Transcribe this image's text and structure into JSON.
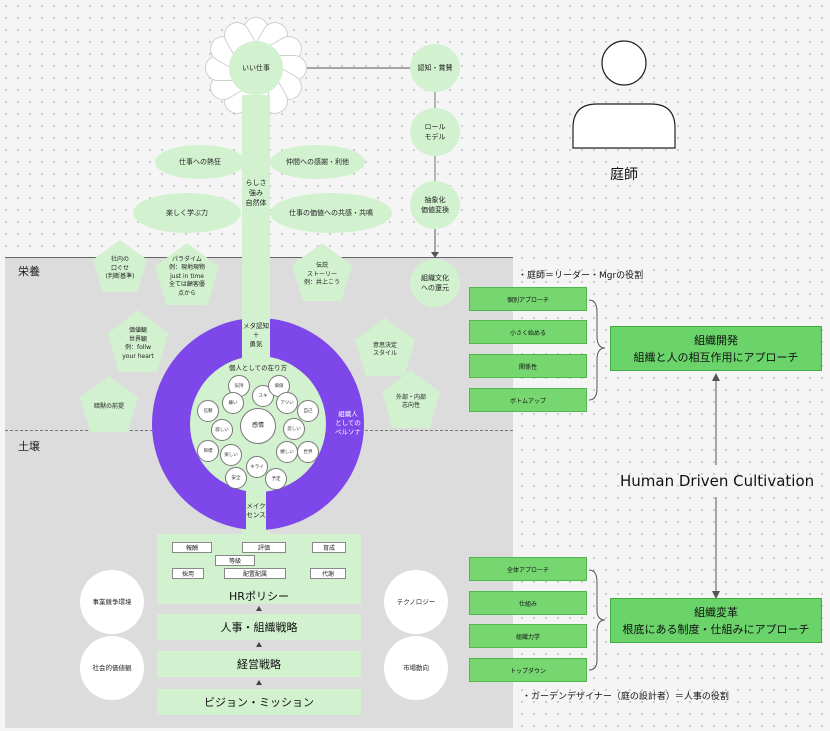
{
  "zones": {
    "nutrition": "栄養",
    "soil": "土壌"
  },
  "flower": {
    "center": "いい仕事"
  },
  "stem_label": "らしさ\n強み\n自然体",
  "leaves": [
    "仕事への熱狂",
    "仲間への感謝・利他",
    "楽しく学ぶ力",
    "仕事の価値への共感・共鳴"
  ],
  "chain": [
    "認知・賞賛",
    "ロール\nモデル",
    "抽象化\n価値変換",
    "組織文化\nへの還元"
  ],
  "gardener": {
    "label": "庭師"
  },
  "pentagons": [
    "社内の\n口ぐせ\n(判断基準)",
    "パラダイム\n例：現地現物\njust in time\n全ては顧客優\n点から",
    "伝説\nストーリー\n例：井上こう",
    "価値観\n世界観\n例：follw\nyour heart",
    "意思決定\nスタイル",
    "暗黙の前提",
    "外部・内部\n志向性"
  ],
  "ring": {
    "top": "メタ認知\n＋\n勇気",
    "right": "組織人\nとしての\nペルソナ",
    "bottom": "メイク\nセンス",
    "inner_title": "個人としての在り方",
    "center": "感情",
    "small": [
      "気持",
      "スキ",
      "価値",
      "アツい",
      "自己",
      "嫌い",
      "信頼",
      "悲しい",
      "寂しい",
      "世界",
      "目標",
      "嬉しい",
      "安全",
      "キライ",
      "予定",
      "楽しい"
    ]
  },
  "hr": {
    "tags": [
      "報酬",
      "評価",
      "育成",
      "等級",
      "採用",
      "配置配属",
      "代謝"
    ],
    "policy": "HRポリシー"
  },
  "base_bars": [
    "人事・組織戦略",
    "経営戦略",
    "ビジョン・ミッション"
  ],
  "environment": [
    "事業競争環境",
    "テクノロジー",
    "社会的価値観",
    "市場動向"
  ],
  "notes": {
    "gardener_role": "・庭師＝リーダー・Mgrの役割",
    "designer_role": "・ガーデンデザイナー（庭の設計者）＝人事の役割"
  },
  "approaches_top": [
    "個別アプローチ",
    "小さく始める",
    "関係性",
    "ボトムアップ"
  ],
  "approaches_bottom": [
    "全体アプローチ",
    "仕組み",
    "組織力学",
    "トップダウン"
  ],
  "org_dev": {
    "title": "組織開発",
    "subtitle": "組織と人の相互作用にアプローチ"
  },
  "org_change": {
    "title": "組織変革",
    "subtitle": "根底にある制度・仕組みにアプローチ"
  },
  "center_title": "Human Driven Cultivation"
}
